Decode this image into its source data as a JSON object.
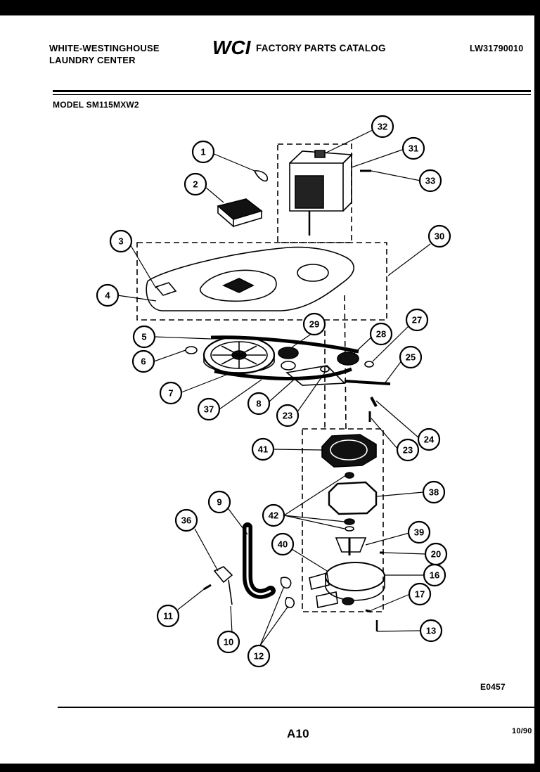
{
  "header": {
    "brand_line1": "WHITE-WESTINGHOUSE",
    "brand_line2": "LAUNDRY CENTER",
    "logo_text": "WCI",
    "catalog_title": "FACTORY PARTS CATALOG",
    "catalog_number": "LW31790010"
  },
  "model": "MODEL SM115MXW2",
  "footer": {
    "diagram_code": "E0457",
    "page_number": "A10",
    "date": "10/90"
  },
  "callouts": [
    {
      "id": "c1",
      "label": "1"
    },
    {
      "id": "c2",
      "label": "2"
    },
    {
      "id": "c3",
      "label": "3"
    },
    {
      "id": "c4",
      "label": "4"
    },
    {
      "id": "c5",
      "label": "5"
    },
    {
      "id": "c6",
      "label": "6"
    },
    {
      "id": "c7",
      "label": "7"
    },
    {
      "id": "c8",
      "label": "8"
    },
    {
      "id": "c9",
      "label": "9"
    },
    {
      "id": "c10",
      "label": "10"
    },
    {
      "id": "c11",
      "label": "11"
    },
    {
      "id": "c12",
      "label": "12"
    },
    {
      "id": "c13",
      "label": "13"
    },
    {
      "id": "c16",
      "label": "16"
    },
    {
      "id": "c17",
      "label": "17"
    },
    {
      "id": "c20",
      "label": "20"
    },
    {
      "id": "c23a",
      "label": "23"
    },
    {
      "id": "c23b",
      "label": "23"
    },
    {
      "id": "c24",
      "label": "24"
    },
    {
      "id": "c25",
      "label": "25"
    },
    {
      "id": "c27",
      "label": "27"
    },
    {
      "id": "c28",
      "label": "28"
    },
    {
      "id": "c29",
      "label": "29"
    },
    {
      "id": "c30",
      "label": "30"
    },
    {
      "id": "c31",
      "label": "31"
    },
    {
      "id": "c32",
      "label": "32"
    },
    {
      "id": "c33",
      "label": "33"
    },
    {
      "id": "c36",
      "label": "36"
    },
    {
      "id": "c37",
      "label": "37"
    },
    {
      "id": "c38",
      "label": "38"
    },
    {
      "id": "c39",
      "label": "39"
    },
    {
      "id": "c40",
      "label": "40"
    },
    {
      "id": "c41",
      "label": "41"
    },
    {
      "id": "c42",
      "label": "42"
    }
  ]
}
